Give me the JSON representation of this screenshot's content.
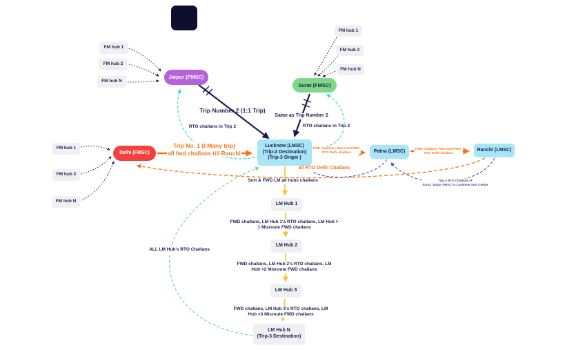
{
  "diagram": {
    "colors": {
      "navy": "#1c1c4e",
      "purple": "#b563d8",
      "green": "#7fd88a",
      "red": "#f5413d",
      "light_blue": "#a8e6f7",
      "hub_gray": "#f0f0f3",
      "orange": "#f97316",
      "amber": "#fcc02e",
      "teal": "#35dcc3",
      "blue_dashed": "#4656b8",
      "green_dashed": "#6fd98f"
    },
    "nodes": {
      "jaipur": {
        "label": "Jaipur (FMSC)"
      },
      "surat": {
        "label": "Surat (FMSC)"
      },
      "delhi": {
        "label": "Delhi (FMSC)"
      },
      "lucknow": {
        "name": "Lucknow (LMSC)",
        "role1": "(Trip-2 Destination)",
        "role2": "(Trip-3 Origin )"
      },
      "patna": {
        "label": "Patna (LMSC)"
      },
      "ranchi": {
        "label": "Ranchi (LMSC)"
      },
      "fm_hubs_jaipur": [
        "FM hub 1",
        "FM hub 2",
        "FM hub N"
      ],
      "fm_hubs_surat": [
        "FM hub 1",
        "FM hub 2",
        "FM hub N"
      ],
      "fm_hubs_delhi": [
        "FM hub 1",
        "FM hub 2",
        "FM hub N"
      ],
      "lm_hubs": [
        "LM Hub 1",
        "LM Hub 2",
        "LM Hub 3"
      ],
      "lm_hub_n": {
        "name": "LM Hub N",
        "role": "(Trip-3 Destination)"
      }
    },
    "edge_labels": {
      "trip2": "Trip Number 2 (1:1 Trip)",
      "same_as_trip2": "Same as Trip Number 2",
      "rto_trip2_jaipur": "RTO challans in Trip 2",
      "rto_trip2_surat": "RTO challans in Trip 2",
      "trip1": [
        "Trip No. 1 (I:Many trip)",
        "all fwd challans till Ranchi"
      ],
      "lucknow_patna": [
        "FWD Challans+ Misroute FWD+",
        "RTO Delhi challans"
      ],
      "patna_ranchi": [
        "FWD Challans+ Misroute FWD+",
        "RTO Delhi challans"
      ],
      "all_rto_delhi": "all RTO Delhi Challans",
      "trip4_rto": [
        "Trip 4 RTO Challans of",
        "Surat, Jaipur FMSC to Lucknow Sort Center"
      ],
      "sort_fwd": "Sort & FWD LM all hubs challans",
      "lm_hub_1_out": "FWD challans, LM Hub 1's RTO challans, LM Hub > 1 Misroute FWD challans",
      "lm_hub_2_out": "FWD challans, LM Hub 2's RTO challans, LM Hub >2 Misroute FWD challans",
      "lm_hub_3_out": "FWD challans, LM Hub 3's RTO challans, LM Hub >3 Misroute FWD challans",
      "all_lm_rto": "ALL LM Hub's RTO Challans"
    }
  }
}
